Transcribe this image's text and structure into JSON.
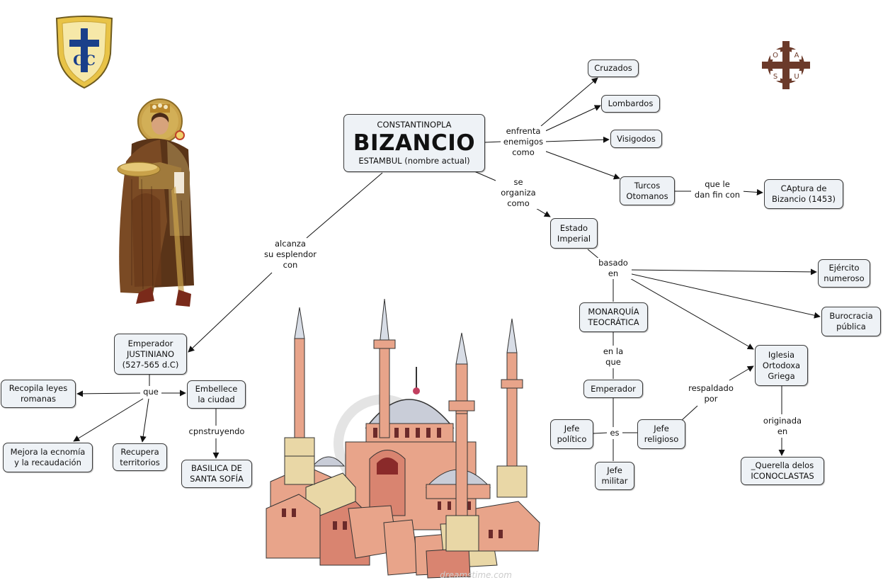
{
  "colors": {
    "node_fill": "#eef2f6",
    "node_border": "#3a3a3a",
    "link": "#111111",
    "shield_gold": "#e8c347",
    "shield_blue": "#1a3f8a",
    "logo_brown": "#6b3a2a",
    "building_pink": "#e8a48a",
    "building_tan": "#e9d7a6"
  },
  "main": {
    "top": "CONSTANTINOPLA",
    "title": "BIZANCIO",
    "bottom": "ESTAMBUL (nombre actual)"
  },
  "nodes": {
    "cruzados": [
      "Cruzados"
    ],
    "lombardos": [
      "Lombardos"
    ],
    "visigodos": [
      "Visigodos"
    ],
    "turcos": [
      "Turcos",
      "Otomanos"
    ],
    "captura": [
      "CAptura de",
      "Bizancio (1453)"
    ],
    "estado": [
      "Estado",
      "Imperial"
    ],
    "ejercito": [
      "Ejército",
      "numeroso"
    ],
    "burocracia": [
      "Burocracia",
      "pública"
    ],
    "monarquia": [
      "MONARQUÍA",
      "TEOCRÁTICA"
    ],
    "iglesia": [
      "Iglesia",
      "Ortodoxa",
      "Griega"
    ],
    "emperador": [
      "Emperador"
    ],
    "jefe_politico": [
      "Jefe",
      "político"
    ],
    "jefe_religioso": [
      "Jefe",
      "religioso"
    ],
    "jefe_militar": [
      "Jefe",
      "militar"
    ],
    "querella": [
      "_Querella delos",
      "ICONOCLASTAS"
    ],
    "justiniano": [
      "Emperador",
      "JUSTINIANO",
      "(527-565 d.C)"
    ],
    "recopila": [
      "Recopila leyes",
      "romanas"
    ],
    "embellece": [
      "Embellece",
      "la ciudad"
    ],
    "mejora": [
      "Mejora la ecnomía",
      "y la recaudación"
    ],
    "recupera": [
      "Recupera",
      "territorios"
    ],
    "basilica": [
      "BASILICA DE",
      "SANTA SOFÍA"
    ]
  },
  "labels": {
    "enfrenta": [
      "enfrenta",
      "enemigos",
      "como"
    ],
    "que_le": [
      "que le",
      "dan fin con"
    ],
    "se_organiza": [
      "se",
      "organiza",
      "como"
    ],
    "basado": [
      "basado",
      "en"
    ],
    "en_la": [
      "en la",
      "que"
    ],
    "es": [
      "es"
    ],
    "respaldado": [
      "respaldado",
      "por"
    ],
    "originada": [
      "originada",
      "en"
    ],
    "alcanza": [
      "alcanza",
      "su esplendor",
      "con"
    ],
    "que": [
      "que"
    ],
    "cpnstruyendo": [
      "cpnstruyendo"
    ]
  },
  "images": {
    "logo_left": "CC shield logo",
    "logo_right": "OASU cross logo",
    "logo_right_letters": [
      "O",
      "A",
      "S",
      "U"
    ],
    "shield_letters": "CC",
    "emperor": "Justinian mosaic figure",
    "hagia_sophia": "Hagia Sophia illustration",
    "watermark": "dreamstime.com"
  }
}
